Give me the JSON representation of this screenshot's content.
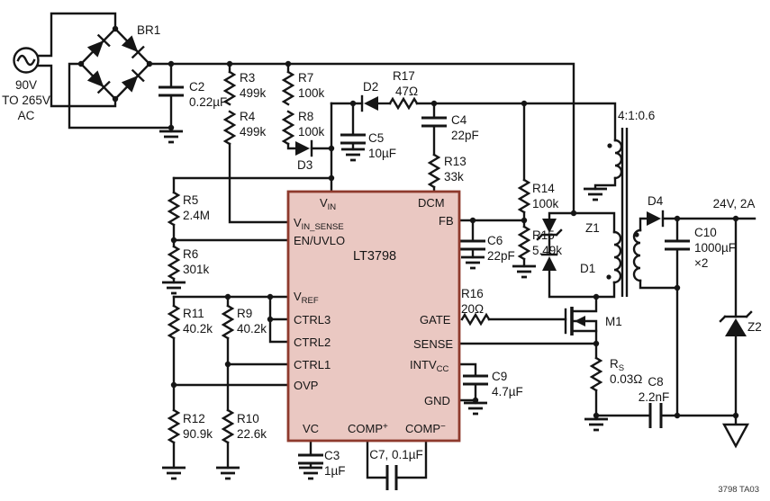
{
  "schematic": {
    "note": "3798 TA03",
    "ac_source": {
      "l1": "90V",
      "l2": "TO 265V",
      "l3": "AC"
    },
    "transformer": {
      "ratio": "4:1:0.6"
    },
    "output": {
      "label": "24V, 2A"
    },
    "ic": {
      "name": "LT3798",
      "pins": {
        "vin": {
          "m": "V",
          "s": "IN"
        },
        "vin_sense": {
          "m": "V",
          "s": "IN_SENSE"
        },
        "en_uvlo": "EN/UVLO",
        "vref": {
          "m": "V",
          "s": "REF"
        },
        "ctrl3": "CTRL3",
        "ctrl2": "CTRL2",
        "ctrl1": "CTRL1",
        "ovp": "OVP",
        "vc": "VC",
        "comp_p": {
          "m": "COMP",
          "s": "+"
        },
        "comp_m": {
          "m": "COMP",
          "s": "−"
        },
        "dcm": "DCM",
        "fb": "FB",
        "gate": "GATE",
        "sense": "SENSE",
        "intvcc": {
          "m": "INTV",
          "s": "CC"
        },
        "gnd": "GND"
      }
    },
    "parts": {
      "br1": {
        "ref": "BR1"
      },
      "c2": {
        "ref": "C2",
        "val": "0.22µF"
      },
      "r3": {
        "ref": "R3",
        "val": "499k"
      },
      "r4": {
        "ref": "R4",
        "val": "499k"
      },
      "r7": {
        "ref": "R7",
        "val": "100k"
      },
      "r8": {
        "ref": "R8",
        "val": "100k"
      },
      "d3": {
        "ref": "D3"
      },
      "d2": {
        "ref": "D2"
      },
      "r17": {
        "ref": "R17",
        "val": "47Ω"
      },
      "c5": {
        "ref": "C5",
        "val": "10µF"
      },
      "c4": {
        "ref": "C4",
        "val": "22pF"
      },
      "r13": {
        "ref": "R13",
        "val": "33k"
      },
      "r5": {
        "ref": "R5",
        "val": "2.4M"
      },
      "r6": {
        "ref": "R6",
        "val": "301k"
      },
      "r14": {
        "ref": "R14",
        "val": "100k"
      },
      "r15": {
        "ref": "R15",
        "val": "5.49k"
      },
      "c6": {
        "ref": "C6",
        "val": "22pF"
      },
      "r11": {
        "ref": "R11",
        "val": "40.2k"
      },
      "r9": {
        "ref": "R9",
        "val": "40.2k"
      },
      "r12": {
        "ref": "R12",
        "val": "90.9k"
      },
      "r10": {
        "ref": "R10",
        "val": "22.6k"
      },
      "r16": {
        "ref": "R16",
        "val": "20Ω"
      },
      "c9": {
        "ref": "C9",
        "val": "4.7µF"
      },
      "c3": {
        "ref": "C3",
        "val": "1µF"
      },
      "c7": {
        "label": "C7, 0.1µF"
      },
      "z1": {
        "ref": "Z1"
      },
      "d1": {
        "ref": "D1"
      },
      "m1": {
        "ref": "M1"
      },
      "rs": {
        "m": "R",
        "s": "S",
        "val": "0.03Ω"
      },
      "c8": {
        "ref": "C8",
        "val": "2.2nF"
      },
      "c10": {
        "ref": "C10",
        "val": "1000µF",
        "mult": "×2"
      },
      "d4": {
        "ref": "D4"
      },
      "z2": {
        "ref": "Z2"
      }
    }
  }
}
